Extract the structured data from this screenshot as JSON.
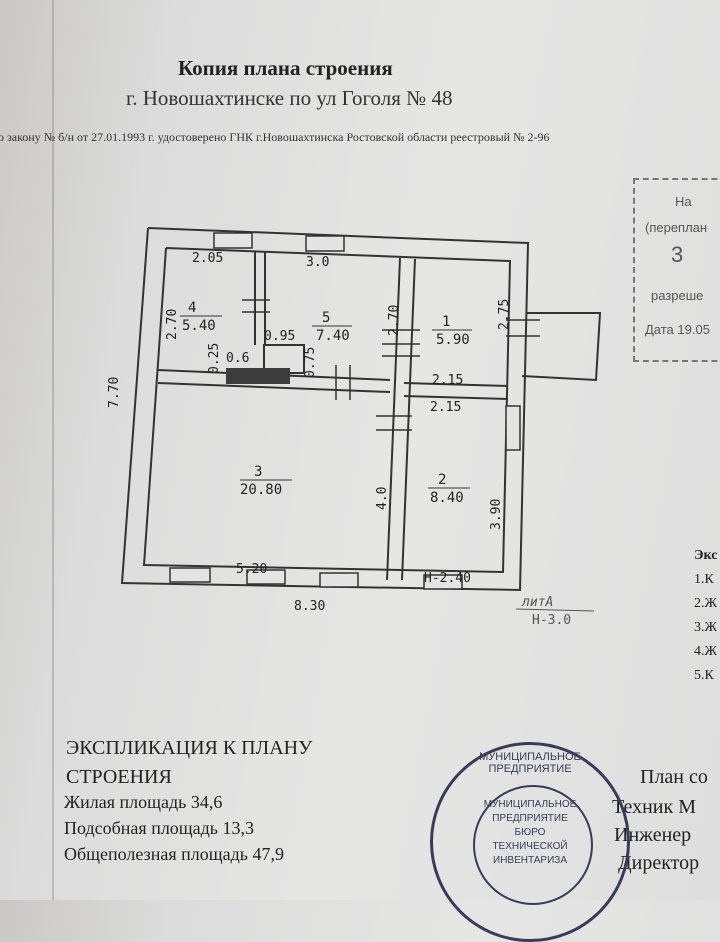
{
  "header": {
    "title": "Копия плана строения",
    "address": "г. Новошахтинске  по ул Гоголя № 48",
    "legal_note": "о закону № б/н от 27.01.1993 г. удостоверено ГНК г.Новошахтинска Ростовской области реестровый № 2-96"
  },
  "stamp_box": {
    "line1": "На",
    "line2": "(переплан",
    "line3": "3",
    "line4": "разреше",
    "line5": "Дата 19.05"
  },
  "plan": {
    "dims": {
      "top_left": "2.05",
      "top_mid": "3.0",
      "left_outer": "7.70",
      "room4_h": "2.70",
      "room5_h": "2.70",
      "room1_h": "2.75",
      "stove_w": "0.95",
      "stove_h": "0.75",
      "wall_a": "0.25",
      "wall_b": "0.6",
      "mid_a": "2.15",
      "mid_b": "2.15",
      "room3_h": "4.0",
      "room2_h": "3.90",
      "bottom_inner": "5.20",
      "height_mark": "H-2.40",
      "bottom_outer": "8.30",
      "lit": "литA",
      "lit_sub": "H-3.0"
    },
    "rooms": [
      {
        "no": "4",
        "area": "5.40"
      },
      {
        "no": "5",
        "area": "7.40"
      },
      {
        "no": "1",
        "area": "5.90"
      },
      {
        "no": "3",
        "area": "20.80"
      },
      {
        "no": "2",
        "area": "8.40"
      }
    ]
  },
  "explication": {
    "title_1": "ЭКСПЛИКАЦИЯ К ПЛАНУ",
    "title_2": "СТРОЕНИЯ",
    "living": "Жилая площадь 34,6",
    "auxiliary": "Подсобная площадь 13,3",
    "total": "Общеполезная площадь 47,9"
  },
  "right_list": {
    "head": "Экс",
    "items": [
      "1.К",
      "2.Ж",
      "3.Ж",
      "4.Ж",
      "5.К"
    ]
  },
  "signatures": {
    "plan": "План со",
    "tech": "Техник  М",
    "engineer": "Инженер",
    "director": "Директор"
  },
  "seal": {
    "outer": "МУНИЦИПАЛЬНОЕ ПРЕДПРИЯТИЕ",
    "inner_1": "МУНИЦИПАЛЬНОЕ",
    "inner_2": "ПРЕДПРИЯТИЕ",
    "inner_3": "БЮРО",
    "inner_4": "ТЕХНИЧЕСКОЙ",
    "inner_5": "ИНВЕНТАРИЗА"
  }
}
